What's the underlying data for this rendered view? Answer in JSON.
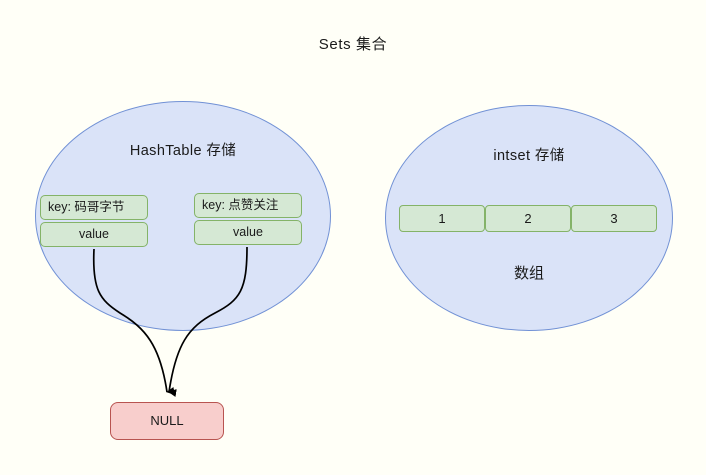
{
  "title": "Sets 集合",
  "colors": {
    "background": "#fffff7",
    "ellipse_fill": "#dae3f8",
    "ellipse_stroke": "#7191d5",
    "cell_fill": "#d5e8d4",
    "cell_stroke": "#84b368",
    "null_fill": "#f8cecc",
    "null_stroke": "#b85450",
    "arrow_stroke": "#000000",
    "text": "#1a1a1a"
  },
  "hashtable": {
    "label": "HashTable 存储",
    "entries": [
      {
        "key": "key:  码哥字节",
        "value": "value"
      },
      {
        "key": "key:  点赞关注",
        "value": "value"
      }
    ],
    "null_node": "NULL"
  },
  "intset": {
    "label": "intset 存储",
    "array_label": "数组",
    "cells": [
      "1",
      "2",
      "3"
    ]
  }
}
